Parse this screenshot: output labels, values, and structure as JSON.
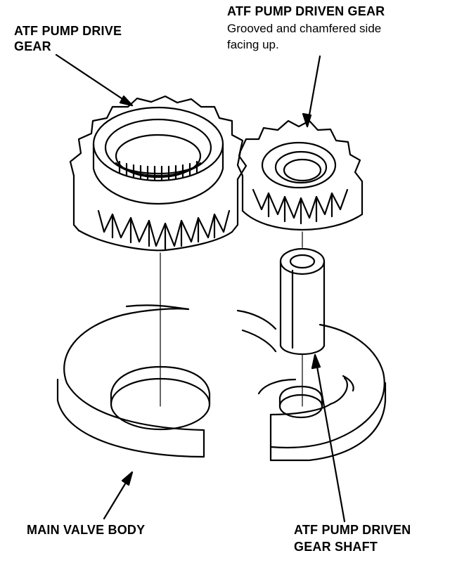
{
  "labels": {
    "drive_gear_line1": "ATF PUMP DRIVE",
    "drive_gear_line2": "GEAR",
    "driven_gear_title": "ATF PUMP DRIVEN GEAR",
    "driven_gear_note_line1": "Grooved and chamfered side",
    "driven_gear_note_line2": "facing up.",
    "main_valve_body": "MAIN VALVE BODY",
    "shaft_line1": "ATF PUMP DRIVEN",
    "shaft_line2": "GEAR SHAFT"
  },
  "colors": {
    "ink": "#000000",
    "paper": "#ffffff"
  }
}
